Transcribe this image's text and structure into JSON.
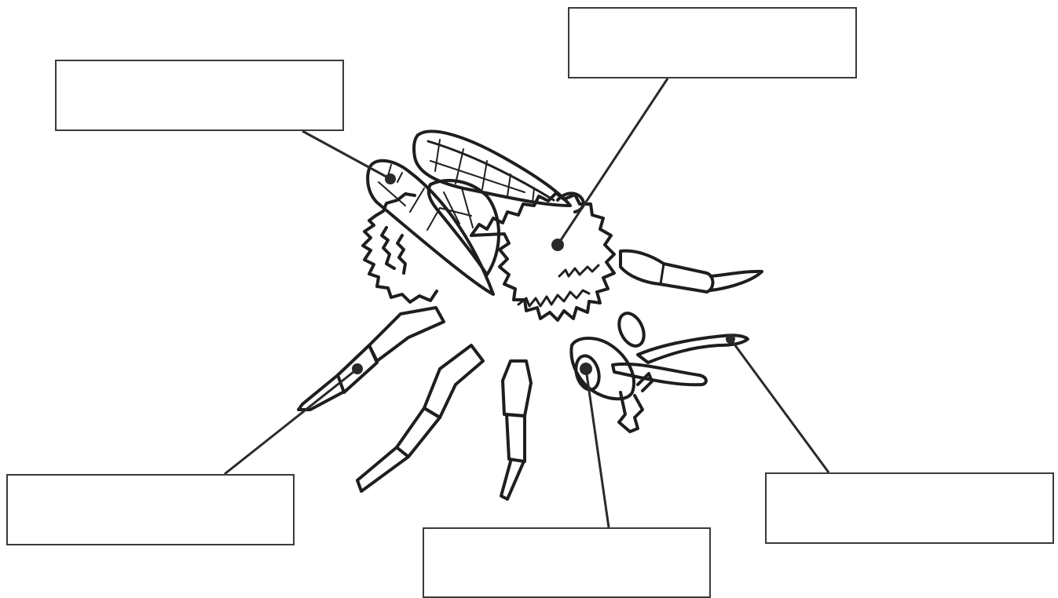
{
  "diagram": {
    "labels": [
      {
        "id": "wing",
        "text": ""
      },
      {
        "id": "thorax",
        "text": ""
      },
      {
        "id": "leg",
        "text": ""
      },
      {
        "id": "eye",
        "text": ""
      },
      {
        "id": "antenna",
        "text": ""
      }
    ],
    "colors": {
      "stroke": "#1e1e1e",
      "box_border": "#3a3a3a",
      "background": "#ffffff"
    }
  }
}
